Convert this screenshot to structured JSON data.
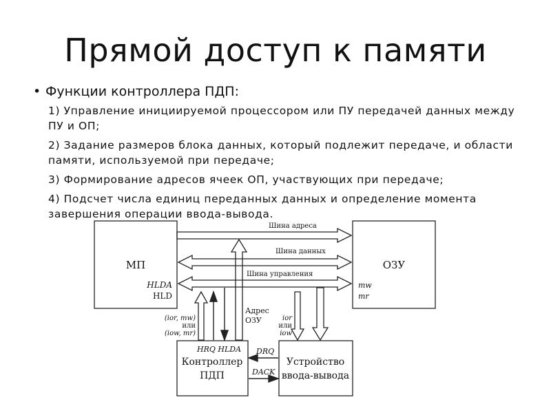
{
  "slide": {
    "title": "Прямой доступ к памяти",
    "bullet": "Функции контроллера ПДП:",
    "items": [
      "1) Управление инициируемой процессором или ПУ передачей данных между ПУ и ОП;",
      "2) Задание размеров блока данных, который подлежит передаче, и области памяти, используемой при передаче;",
      "3) Формирование адресов ячеек ОП, участвующих при передаче;",
      "4) Подсчет числа единиц переданных данных и определение момента завершения операции ввода-вывода."
    ]
  },
  "diagram": {
    "mp": "МП",
    "ozu": "ОЗУ",
    "controller_line1": "Контроллер",
    "controller_line2": "ПДП",
    "device_line1": "Устройство",
    "device_line2": "ввода-вывода",
    "bus_address": "Шина адреса",
    "bus_data": "Шина данных",
    "bus_control": "Шина управления",
    "hlda": "HLDA",
    "hld": "HLD",
    "mw": "mw",
    "mr": "mr",
    "ior_mw": "(ior, mw)",
    "or1": "или",
    "iow_mr": "(iow, mr)",
    "addr_line1": "Адрес",
    "addr_line2": "ОЗУ",
    "ior": "ior",
    "or2": "или",
    "iow": "iow",
    "hrq_hlda": "HRQ HLDA",
    "drq": "DRQ",
    "dack": "DACK"
  },
  "colors": {
    "line": "#222222",
    "text": "#111111",
    "background": "#ffffff"
  }
}
